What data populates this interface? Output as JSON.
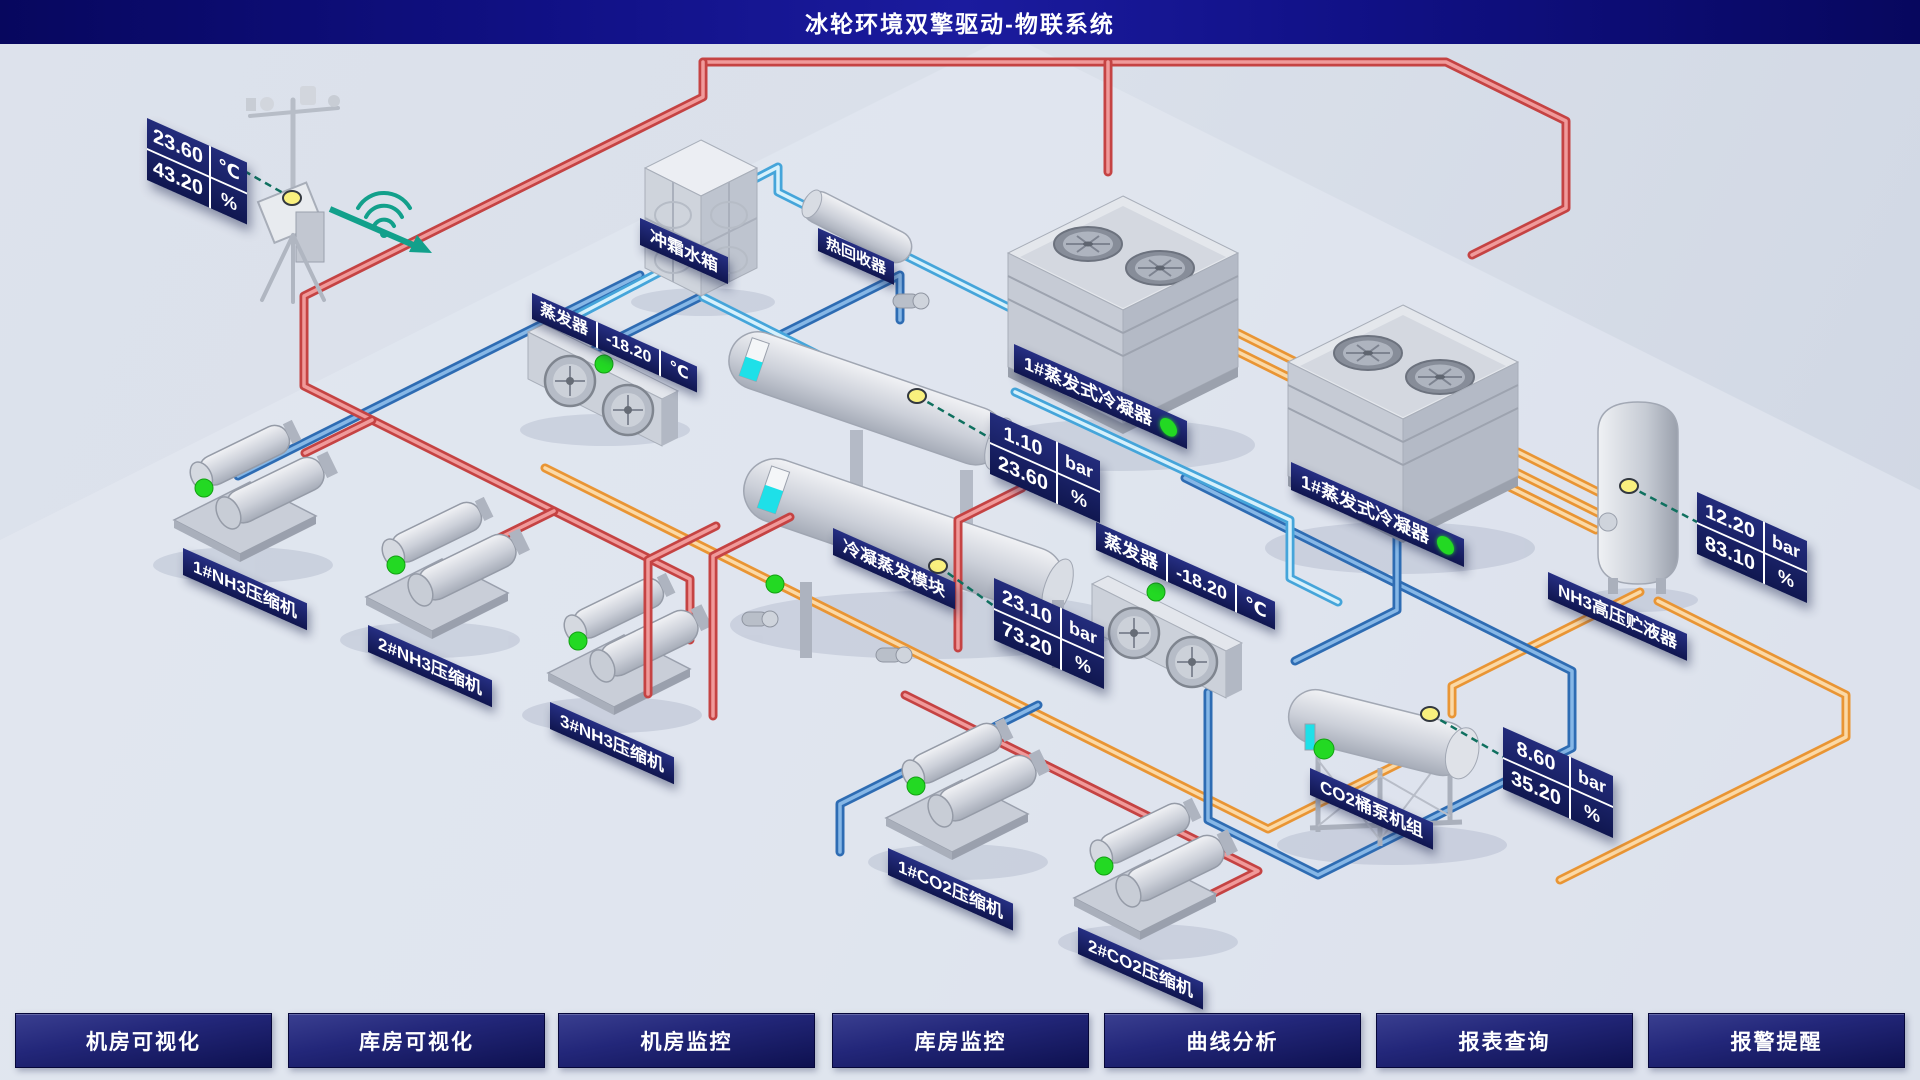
{
  "header": {
    "title": "冰轮环境双擎驱动-物联系统"
  },
  "weather_station": {
    "temperature": "23.60",
    "temperature_unit": "℃",
    "humidity": "43.20",
    "humidity_unit": "%"
  },
  "equipment": {
    "defrost_tank": {
      "label": "冲霜水箱"
    },
    "heat_recovery": {
      "label": "热回收器"
    },
    "evaporator_left": {
      "label": "蒸发器",
      "temperature": "-18.20",
      "unit": "℃"
    },
    "evaporator_right": {
      "label": "蒸发器",
      "temperature": "-18.20",
      "unit": "℃"
    },
    "condenser_1": {
      "label": "1#蒸发式冷凝器"
    },
    "condenser_2": {
      "label": "1#蒸发式冷凝器"
    },
    "condensing_evap_module": {
      "label": "冷凝蒸发模块"
    },
    "nh3_receiver": {
      "label": "NH3高压贮液器"
    },
    "co2_pump_unit": {
      "label": "CO2桶泵机组"
    },
    "compressors": [
      {
        "label": "1#NH3压缩机"
      },
      {
        "label": "2#NH3压缩机"
      },
      {
        "label": "3#NH3压缩机"
      },
      {
        "label": "1#CO2压缩机"
      },
      {
        "label": "2#CO2压缩机"
      }
    ]
  },
  "callouts": {
    "module_top_vessel": {
      "value1": "1.10",
      "unit1": "bar",
      "value2": "23.60",
      "unit2": "%"
    },
    "module_bottom_vessel": {
      "value1": "23.10",
      "unit1": "bar",
      "value2": "73.20",
      "unit2": "%"
    },
    "nh3_receiver": {
      "value1": "12.20",
      "unit1": "bar",
      "value2": "83.10",
      "unit2": "%"
    },
    "co2_pump_unit": {
      "value1": "8.60",
      "unit1": "bar",
      "value2": "35.20",
      "unit2": "%"
    }
  },
  "nav": {
    "items": [
      {
        "label": "机房可视化"
      },
      {
        "label": "库房可视化"
      },
      {
        "label": "机房监控"
      },
      {
        "label": "库房监控"
      },
      {
        "label": "曲线分析"
      },
      {
        "label": "报表查询"
      },
      {
        "label": "报警提醒"
      }
    ]
  },
  "colors": {
    "status_ok": "#23d923",
    "indicator_dot": "#f9f07e",
    "pipe_hot_gas": "#c54343",
    "pipe_refrigerant": "#2e6cb3",
    "pipe_chilled": "#45a5da",
    "pipe_condensate": "#e99534",
    "label_background": "#141b63",
    "link_dash": "#0f705f"
  }
}
